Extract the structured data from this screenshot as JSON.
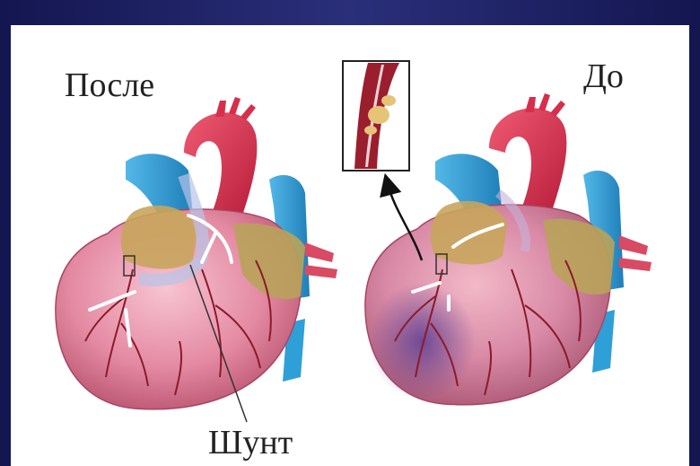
{
  "labels": {
    "after": "После",
    "before": "До",
    "shunt": "Шунт"
  },
  "colors": {
    "frame": "#1b1f63",
    "heart_pink": "#e48aa3",
    "aorta_red": "#d62f4c",
    "vein_blue": "#2f9fd8",
    "fat_olive": "#b8a35a",
    "ischemia_purple": "#6a4e9c",
    "vessel_dark_red": "#8c1a2a"
  },
  "icons": {
    "inset": "artery-closeup-icon",
    "arrow": "curved-arrow-icon"
  }
}
